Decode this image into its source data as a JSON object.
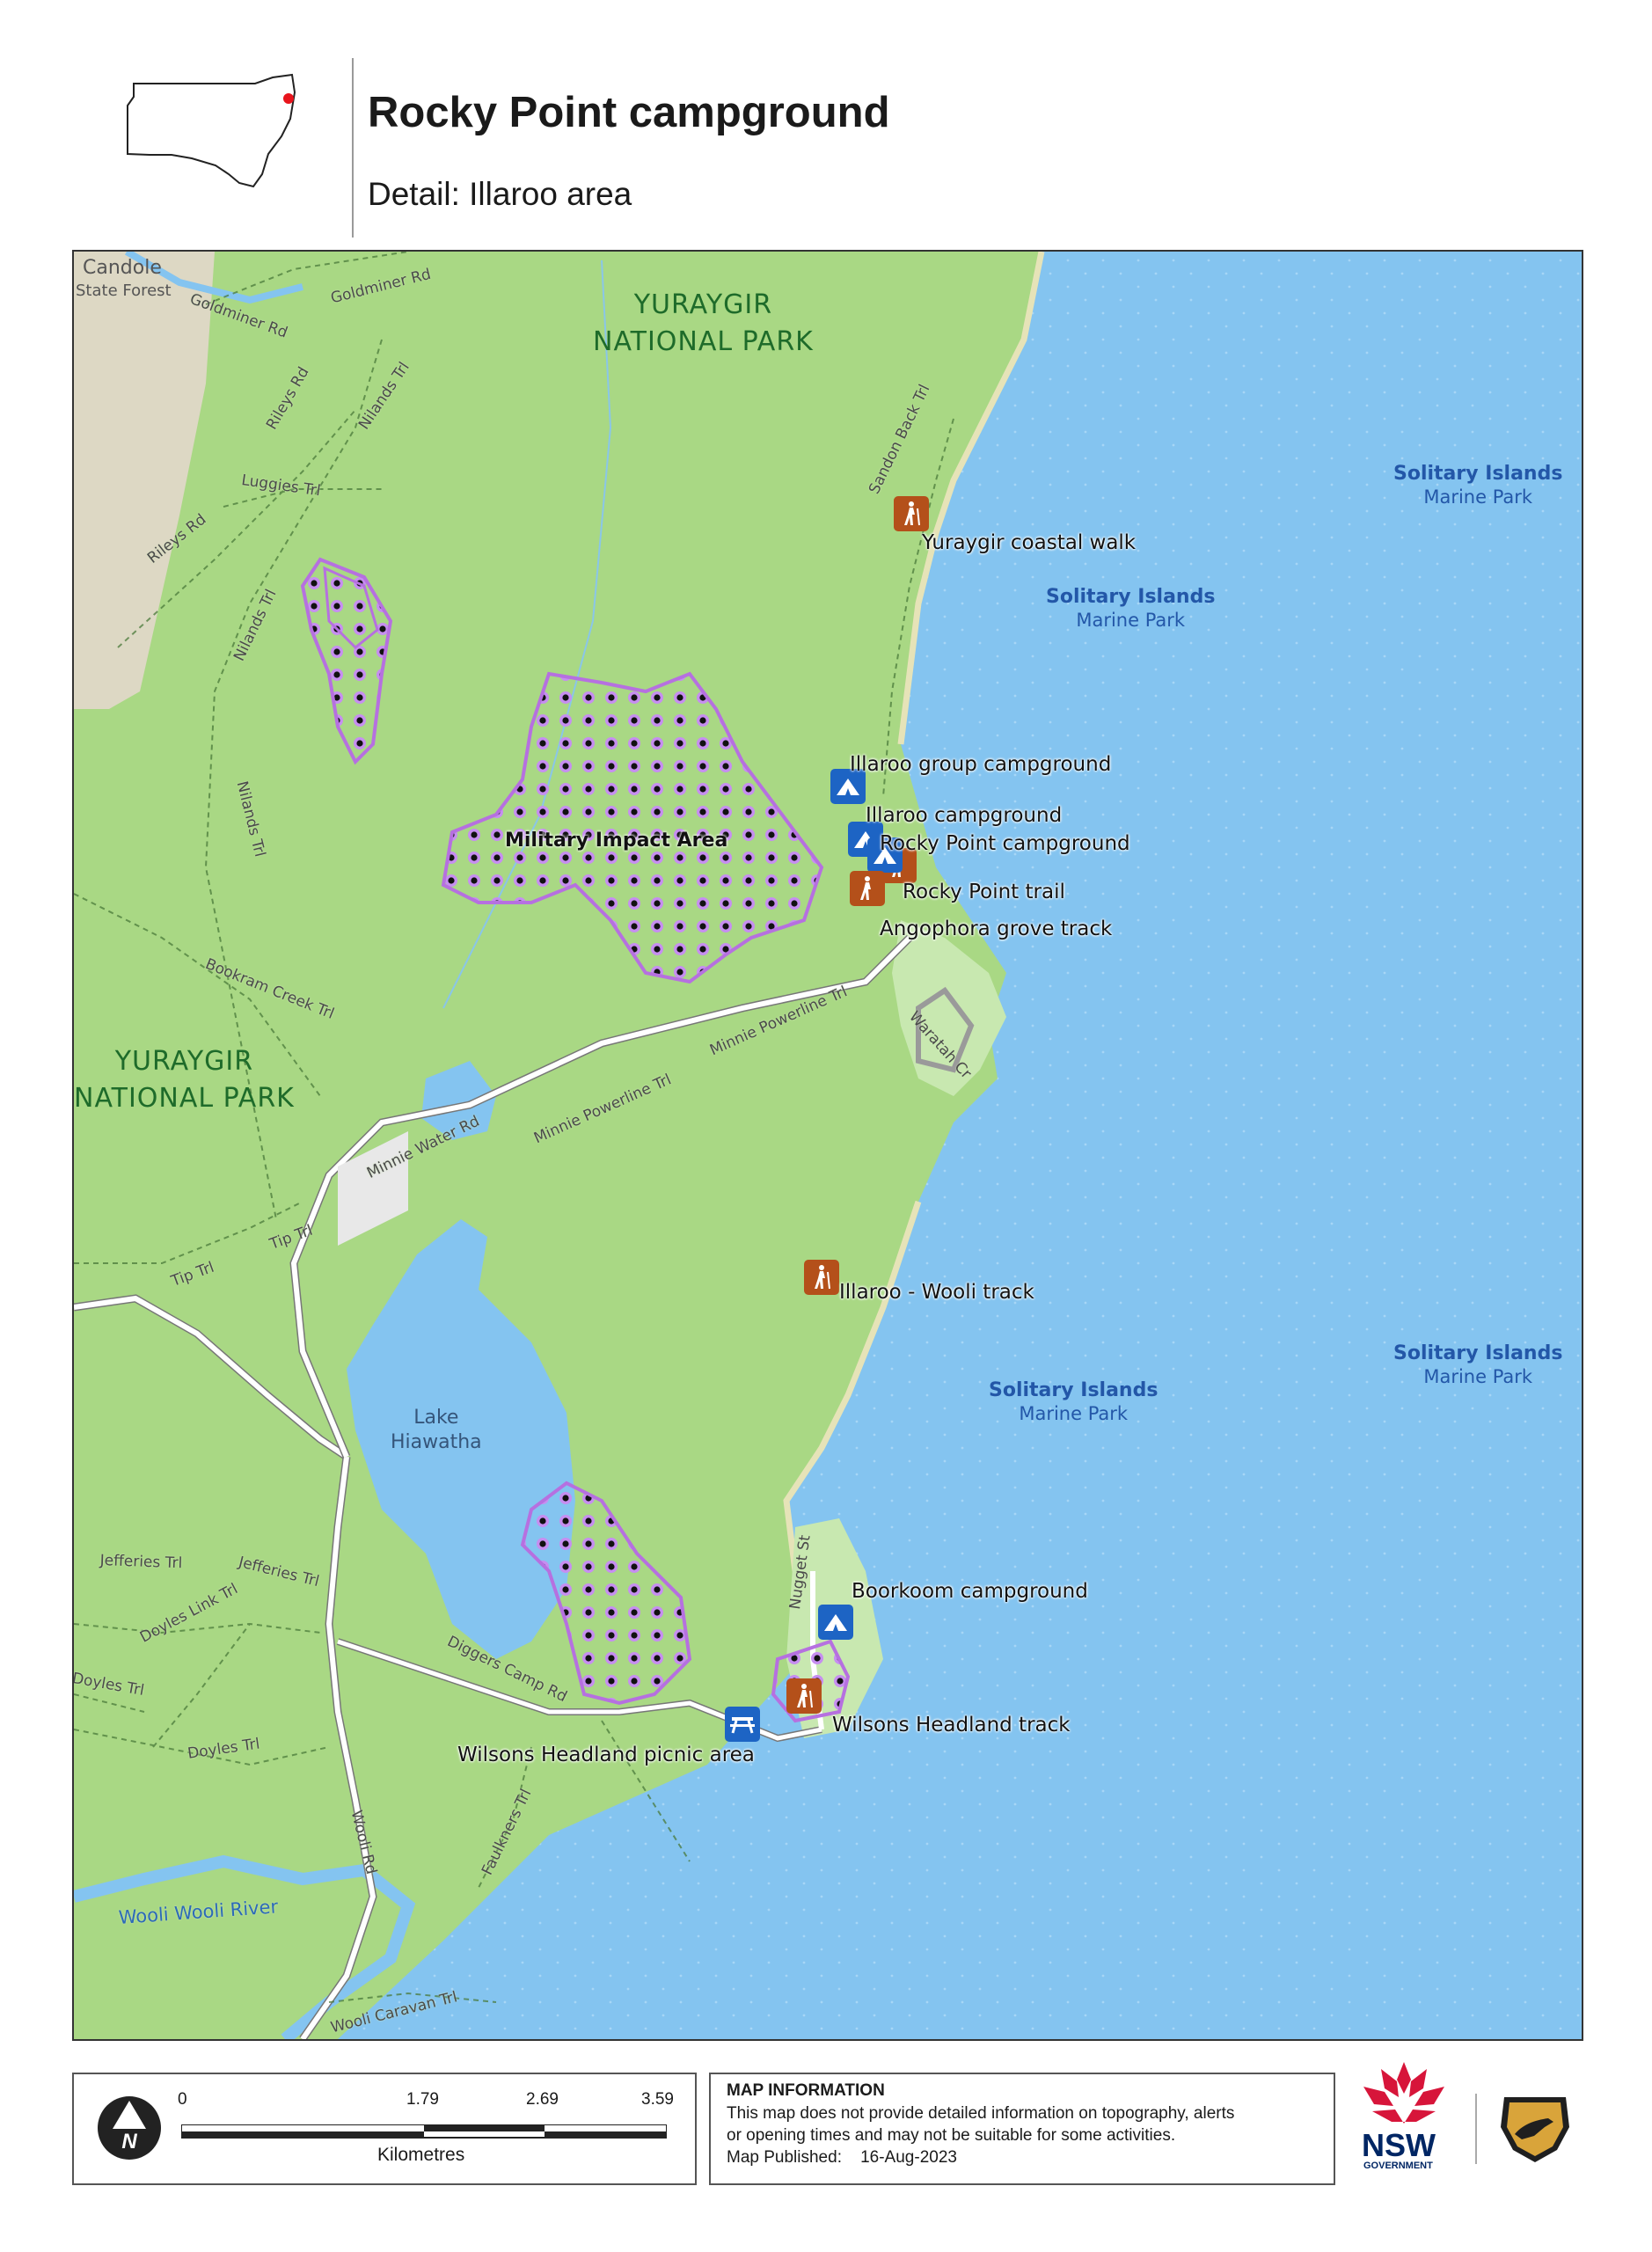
{
  "header": {
    "title": "Rocky Point campground",
    "subtitle": "Detail: Illaroo area"
  },
  "map": {
    "park_labels": [
      "YURAYGIR NATIONAL PARK",
      "YURAYGIR NATIONAL PARK"
    ],
    "marine_park": {
      "name": "Solitary Islands",
      "sub": "Marine Park"
    },
    "state_forest": {
      "name": "Candole",
      "sub": "State Forest"
    },
    "lake": {
      "line1": "Lake",
      "line2": "Hiawatha"
    },
    "river": "Wooli Wooli River",
    "restricted_area": "Military Impact Area",
    "roads": {
      "goldminer_rd": "Goldminer Rd",
      "goldminer_rd2": "Goldminer Rd",
      "rileys_rd": "Rileys Rd",
      "rileys_rd2": "Rileys Rd",
      "nilands_trl": "Nilands Trl",
      "luggies_trl": "Luggies Trl",
      "sandon_back_trl": "Sandon Back Trl",
      "bookram_creek_trl": "Bookram Creek Trl",
      "minnie_powerline_trl": "Minnie Powerline Trl",
      "minnie_water_rd": "Minnie Water Rd",
      "waratah_cr": "Waratah Cr",
      "tip_trl": "Tip Trl",
      "jefferies_trl": "Jefferies Trl",
      "doyles_link_trl": "Doyles Link Trl",
      "doyles_trl": "Doyles Trl",
      "diggers_camp_rd": "Diggers Camp Rd",
      "wooli_rd": "Wooli Rd",
      "faulkners_trl": "Faulkners Trl",
      "wooli_caravan_trl": "Wooli Caravan Trl",
      "nugget_st": "Nugget St"
    },
    "pois": [
      {
        "label": "Yuraygir coastal walk",
        "type": "walk",
        "icon": "hiker-icon"
      },
      {
        "label": "Illaroo group campground",
        "type": "camp",
        "icon": "tent-icon"
      },
      {
        "label": "Illaroo campground",
        "type": "camp",
        "icon": "tent-icon"
      },
      {
        "label": "Rocky Point campground",
        "type": "camp",
        "icon": "tent-icon"
      },
      {
        "label": "Rocky Point trail",
        "type": "walk",
        "icon": "hiker-icon"
      },
      {
        "label": "Angophora grove track",
        "type": "walk",
        "icon": "hiker-icon"
      },
      {
        "label": "Illaroo - Wooli track",
        "type": "walk",
        "icon": "hiker-icon"
      },
      {
        "label": "Boorkoom campground",
        "type": "camp",
        "icon": "tent-icon"
      },
      {
        "label": "Wilsons Headland track",
        "type": "walk",
        "icon": "hiker-icon"
      },
      {
        "label": "Wilsons Headland picnic area",
        "type": "picnic",
        "icon": "picnic-table-icon"
      }
    ],
    "colors": {
      "land": "#a9d884",
      "ocean": "#84c4f0",
      "restricted": "#b670e0",
      "camp_icon": "#1d64c4",
      "walk_icon": "#b4501a",
      "park_label": "#1e6b2a",
      "marine_label": "#2357a8"
    }
  },
  "scale": {
    "ticks": [
      "0",
      "1.79",
      "2.69",
      "3.59"
    ],
    "unit": "Kilometres",
    "north_arrow": "N"
  },
  "map_info": {
    "title": "MAP INFORMATION",
    "line1": "This map does not provide detailed information on topography, alerts",
    "line2": "or opening times and may not be suitable for some activities.",
    "published_label": "Map Published:",
    "published_date": "16-Aug-2023"
  },
  "logos": {
    "nsw": "NSW",
    "nsw_sub": "GOVERNMENT"
  }
}
